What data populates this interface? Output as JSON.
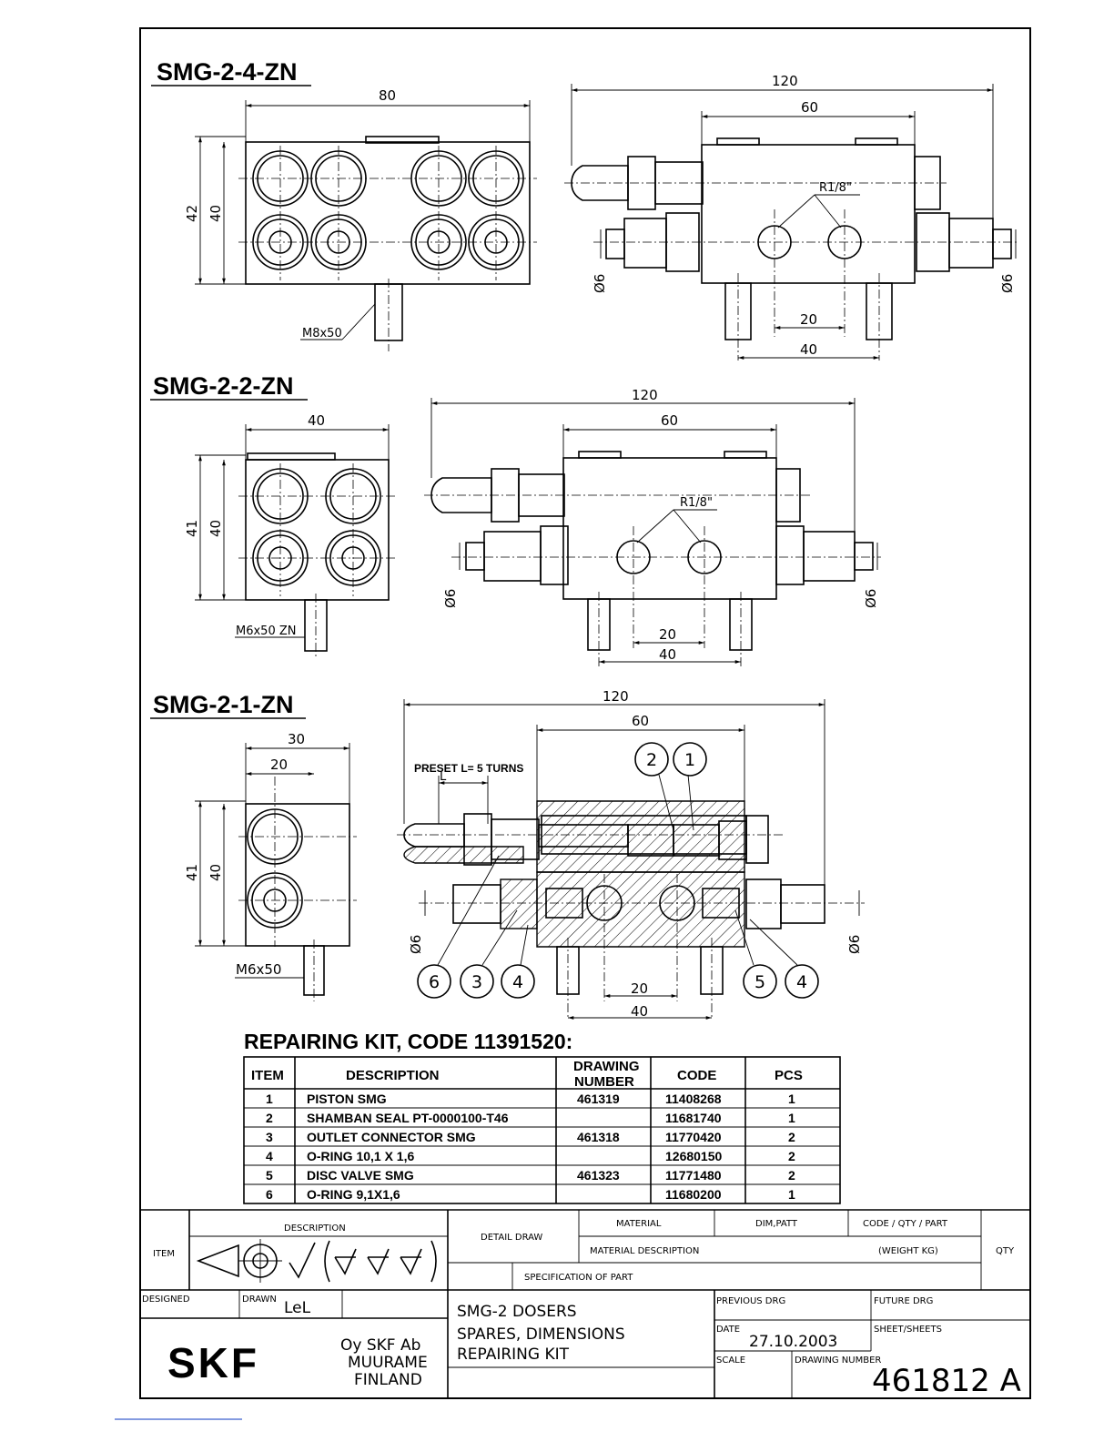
{
  "views": {
    "smg_2_4": {
      "title": "SMG-2-4-ZN",
      "dim_width": "80",
      "dim_height_outer": "42",
      "dim_height_inner": "40",
      "bolt": "M8x50",
      "dim_total": "120",
      "dim_block": "60",
      "thread": "R1/8\"",
      "dia_left": "Ø6",
      "dia_right": "Ø6",
      "dim_holes": "20",
      "dim_studs": "40"
    },
    "smg_2_2": {
      "title": "SMG-2-2-ZN",
      "dim_width": "40",
      "dim_height_outer": "41",
      "dim_height_inner": "40",
      "bolt": "M6x50 ZN",
      "dim_total": "120",
      "dim_block": "60",
      "thread": "R1/8\"",
      "dia_left": "Ø6",
      "dia_right": "Ø6",
      "dim_holes": "20",
      "dim_studs": "40"
    },
    "smg_2_1": {
      "title": "SMG-2-1-ZN",
      "dim_width_outer": "30",
      "dim_width_inner": "20",
      "dim_height_outer": "41",
      "dim_height_inner": "40",
      "bolt": "M6x50",
      "dim_total": "120",
      "dim_block": "60",
      "preset": "PRESET L= 5 TURNS",
      "preset_l": "L",
      "dia_left": "Ø6",
      "dia_right": "Ø6",
      "dim_holes": "20",
      "dim_studs": "40",
      "bubbles": [
        "2",
        "1",
        "6",
        "3",
        "4",
        "5",
        "4"
      ]
    }
  },
  "repair_kit": {
    "heading": "REPAIRING KIT,  CODE 11391520:",
    "columns": [
      "ITEM",
      "DESCRIPTION",
      "DRAWING NUMBER",
      "CODE",
      "PCS"
    ],
    "col_drawing_1": "DRAWING",
    "col_drawing_2": "NUMBER",
    "rows": [
      {
        "item": "1",
        "description": "PISTON SMG",
        "drawing": "461319",
        "code": "11408268",
        "pcs": "1"
      },
      {
        "item": "2",
        "description": "SHAMBAN  SEAL PT-0000100-T46",
        "drawing": "",
        "code": "11681740",
        "pcs": "1"
      },
      {
        "item": "3",
        "description": "OUTLET CONNECTOR SMG",
        "drawing": "461318",
        "code": "11770420",
        "pcs": "2"
      },
      {
        "item": "4",
        "description": "O-RING 10,1 X 1,6",
        "drawing": "",
        "code": "12680150",
        "pcs": "2"
      },
      {
        "item": "5",
        "description": "DISC VALVE SMG",
        "drawing": "461323",
        "code": "11771480",
        "pcs": "2"
      },
      {
        "item": "6",
        "description": "O-RING 9,1X1,6",
        "drawing": "",
        "code": "11680200",
        "pcs": "1"
      }
    ]
  },
  "title_block": {
    "item": "ITEM",
    "description": "DESCRIPTION",
    "detail_draw": "DETAIL DRAW",
    "material": "MATERIAL",
    "dim_patt": "DIM,PATT",
    "code_qty_part": "CODE / QTY / PART",
    "material_description": "MATERIAL DESCRIPTION",
    "weight": "(WEIGHT KG)",
    "qty": "QTY",
    "specification": "SPECIFICATION OF PART",
    "designed_label": "DESIGNED",
    "drawn_label": "DRAWN",
    "drawn_value": "LeL",
    "title_1": "SMG-2 DOSERS",
    "title_2": "SPARES, DIMENSIONS",
    "title_3": "REPAIRING KIT",
    "previous_drg": "PREVIOUS DRG",
    "future_drg": "FUTURE DRG",
    "date_label": "DATE",
    "date_value": "27.10.2003",
    "sheet_label": "SHEET/SHEETS",
    "scale_label": "SCALE",
    "drawing_number_label": "DRAWING NUMBER",
    "drawing_number": "461812 A",
    "company_logo": "SKF",
    "company_1": "Oy SKF Ab",
    "company_2": "MUURAME",
    "company_3": "FINLAND"
  }
}
